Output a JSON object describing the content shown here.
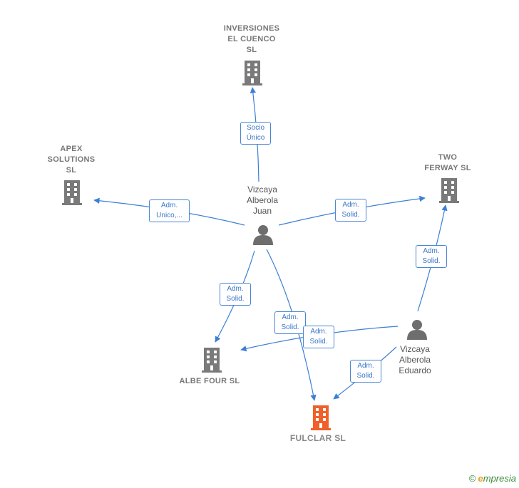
{
  "colors": {
    "edge": "#3c7fd5",
    "building": "#7a7a7a",
    "building_focus": "#f0602a",
    "person": "#6e6e6e"
  },
  "companies": [
    {
      "id": "inversiones",
      "lines": [
        "INVERSIONES",
        "EL CUENCO",
        "SL"
      ],
      "focus": false
    },
    {
      "id": "apex",
      "lines": [
        "APEX",
        "SOLUTIONS",
        "SL"
      ],
      "focus": false
    },
    {
      "id": "twoferway",
      "lines": [
        "TWO",
        "FERWAY  SL"
      ],
      "focus": false
    },
    {
      "id": "albefour",
      "lines": [
        "ALBE FOUR  SL"
      ],
      "focus": false
    },
    {
      "id": "fulclar",
      "lines": [
        "FULCLAR  SL"
      ],
      "focus": true
    }
  ],
  "people": [
    {
      "id": "juan",
      "lines": [
        "Vizcaya",
        "Alberola",
        "Juan"
      ]
    },
    {
      "id": "eduardo",
      "lines": [
        "Vizcaya",
        "Alberola",
        "Eduardo"
      ]
    }
  ],
  "relations": [
    {
      "id": "juan-inversiones",
      "lines": [
        "Socio",
        "Único"
      ]
    },
    {
      "id": "juan-apex",
      "lines": [
        "Adm.",
        "Unico,..."
      ]
    },
    {
      "id": "juan-twoferway",
      "lines": [
        "Adm.",
        "Solid."
      ]
    },
    {
      "id": "juan-albefour",
      "lines": [
        "Adm.",
        "Solid."
      ]
    },
    {
      "id": "juan-fulclar",
      "lines": [
        "Adm.",
        "Solid."
      ]
    },
    {
      "id": "eduardo-albefour",
      "lines": [
        "Adm.",
        "Solid."
      ]
    },
    {
      "id": "eduardo-twoferway",
      "lines": [
        "Adm.",
        "Solid."
      ]
    },
    {
      "id": "eduardo-fulclar",
      "lines": [
        "Adm.",
        "Solid."
      ]
    }
  ],
  "footer": {
    "copyright_symbol": "©",
    "brand_initial": "e",
    "brand_rest": "mpresia"
  }
}
